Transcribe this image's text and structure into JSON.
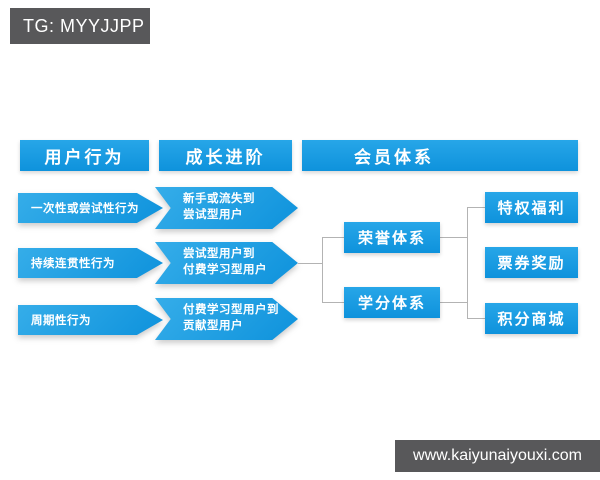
{
  "watermarks": {
    "top": "TG: MYYJJPP",
    "bottom": "www.kaiyunaiyouxi.com"
  },
  "colors": {
    "accent_blue": "#1099df",
    "badge_gray": "#58585a",
    "connector_gray": "#b3b3b3"
  },
  "diagram": {
    "headers": [
      {
        "label": "用户行为"
      },
      {
        "label": "成长进阶"
      },
      {
        "label": "会员体系"
      }
    ],
    "user_behaviors": [
      "一次性或尝试性行为",
      "持续连贯性行为",
      "周期性行为"
    ],
    "growth_stages": [
      {
        "line1": "新手或流失到",
        "line2": "尝试型用户"
      },
      {
        "line1": "尝试型用户到",
        "line2": "付费学习型用户"
      },
      {
        "line1": "付费学习型用户到",
        "line2": "贡献型用户"
      }
    ],
    "membership_systems": [
      "荣誉体系",
      "学分体系"
    ],
    "benefits": [
      "特权福利",
      "票券奖励",
      "积分商城"
    ]
  }
}
